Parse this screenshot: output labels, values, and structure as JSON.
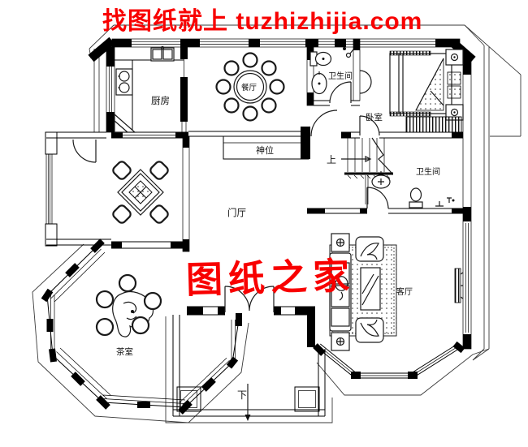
{
  "page": {
    "background": "#ffffff"
  },
  "header": {
    "text": "找图纸就上 tuzhizhijia.com",
    "color": "#f80000"
  },
  "watermark": {
    "text": "图纸之家",
    "color": "#f80000"
  },
  "rooms": {
    "kitchen": {
      "label": "厨房"
    },
    "dining": {
      "label": "餐厅"
    },
    "bathroom_top": {
      "label": "卫生间"
    },
    "bedroom": {
      "label": "卧室"
    },
    "shrine": {
      "label": "神位"
    },
    "hall": {
      "label": "门厅"
    },
    "bathroom_mid": {
      "label": "卫生间"
    },
    "living": {
      "label": "客厅"
    },
    "tea": {
      "label": "茶室"
    }
  },
  "stairs": {
    "direction_label": "上"
  },
  "porch": {
    "direction_label": "下"
  },
  "colors": {
    "wall_line": "#000000",
    "furniture_line": "#1a1a1a",
    "watermark_red": "#f80000"
  }
}
